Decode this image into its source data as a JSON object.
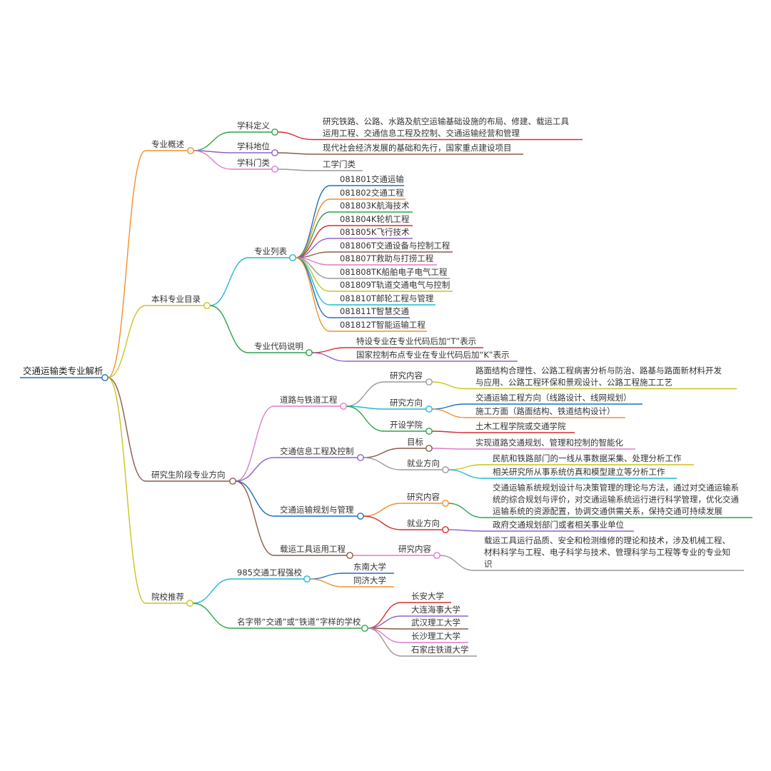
{
  "root": {
    "label": "交通运输类专业解析",
    "children": [
      {
        "label": "专业概述",
        "color": "#f0902a",
        "children": [
          {
            "label": "学科定义",
            "color": "#2da44a",
            "children": [
              {
                "lines": [
                  "研究铁路、公路、水路及航空运输基础设施的布局、修建、载运工具",
                  "运用工程、交通信息工程及控制、交通运输经营和管理"
                ],
                "color": "#d62e2e"
              }
            ]
          },
          {
            "label": "学科地位",
            "color": "#8e63c9",
            "children": [
              {
                "lines": [
                  "现代社会经济发展的基础和先行，国家重点建设项目"
                ],
                "color": "#8b5a4a"
              }
            ]
          },
          {
            "label": "学科门类",
            "color": "#e07ac8",
            "children": [
              {
                "lines": [
                  "工学门类"
                ],
                "color": "#9a9a9a"
              }
            ]
          }
        ]
      },
      {
        "label": "本科专业目录",
        "color": "#c9c41e",
        "children": [
          {
            "label": "专业列表",
            "color": "#1fbad0",
            "children": [
              {
                "lines": [
                  "081801交通运输"
                ],
                "color": "#1f6fbf"
              },
              {
                "lines": [
                  "081802交通工程"
                ],
                "color": "#f0902a"
              },
              {
                "lines": [
                  "081803K航海技术"
                ],
                "color": "#2da44a"
              },
              {
                "lines": [
                  "081804K轮机工程"
                ],
                "color": "#d62e2e"
              },
              {
                "lines": [
                  "081805K飞行技术"
                ],
                "color": "#8e63c9"
              },
              {
                "lines": [
                  "081806T交通设备与控制工程"
                ],
                "color": "#8b5a4a"
              },
              {
                "lines": [
                  "081807T救助与打捞工程"
                ],
                "color": "#e07ac8"
              },
              {
                "lines": [
                  "081808TK船舶电子电气工程"
                ],
                "color": "#9a9a9a"
              },
              {
                "lines": [
                  "081809T轨道交通电气与控制"
                ],
                "color": "#c9c41e"
              },
              {
                "lines": [
                  "081810T邮轮工程与管理"
                ],
                "color": "#1fbad0"
              },
              {
                "lines": [
                  "081811T智慧交通"
                ],
                "color": "#1f6fbf"
              },
              {
                "lines": [
                  "081812T智能运输工程"
                ],
                "color": "#f0902a"
              }
            ]
          },
          {
            "label": "专业代码说明",
            "color": "#2da44a",
            "children": [
              {
                "lines": [
                  "特设专业在专业代码后加“T”表示"
                ],
                "color": "#d62e2e"
              },
              {
                "lines": [
                  "国家控制布点专业在专业代码后加“K”表示"
                ],
                "color": "#8e63c9"
              }
            ]
          }
        ]
      },
      {
        "label": "研究生阶段专业方向",
        "color": "#8b5a4a",
        "children": [
          {
            "label": "道路与铁道工程",
            "color": "#e07ac8",
            "children": [
              {
                "label": "研究内容",
                "color": "#9a9a9a",
                "children": [
                  {
                    "lines": [
                      "路面结构合理性、公路工程病害分析与防治、路基与路面新材料开发",
                      "与应用、公路工程环保和景观设计、公路工程施工工艺"
                    ],
                    "color": "#c9c41e"
                  }
                ]
              },
              {
                "label": "研究方向",
                "color": "#1fbad0",
                "children": [
                  {
                    "lines": [
                      "交通运输工程方向（线路设计、线网规划）"
                    ],
                    "color": "#1f6fbf"
                  },
                  {
                    "lines": [
                      "施工方面（路面结构、铁道结构设计）"
                    ],
                    "color": "#f0902a"
                  }
                ]
              },
              {
                "label": "开设学院",
                "color": "#2da44a",
                "children": [
                  {
                    "lines": [
                      "土木工程学院或交通学院"
                    ],
                    "color": "#d62e2e"
                  }
                ]
              }
            ]
          },
          {
            "label": "交通信息工程及控制",
            "color": "#8e63c9",
            "children": [
              {
                "label": "目标",
                "color": "#8b5a4a",
                "children": [
                  {
                    "lines": [
                      "实现道路交通规划、管理和控制的智能化"
                    ],
                    "color": "#e07ac8"
                  }
                ]
              },
              {
                "label": "就业方向",
                "color": "#9a9a9a",
                "children": [
                  {
                    "lines": [
                      "民航和铁路部门的一线从事数据采集、处理分析工作"
                    ],
                    "color": "#c9c41e"
                  },
                  {
                    "lines": [
                      "相关研究所从事系统仿真和模型建立等分析工作"
                    ],
                    "color": "#1fbad0"
                  }
                ]
              }
            ]
          },
          {
            "label": "交通运输规划与管理",
            "color": "#1f6fbf",
            "children": [
              {
                "label": "研究内容",
                "color": "#f0902a",
                "children": [
                  {
                    "lines": [
                      "交通运输系统规划设计与决策管理的理论与方法，通过对交通运输系",
                      "统的综合规划与评价，对交通运输系统运行进行科学管理，优化交通",
                      "运输系统的资源配置，协调交通供需关系，保持交通可持续发展"
                    ],
                    "color": "#2da44a"
                  }
                ]
              },
              {
                "label": "就业方向",
                "color": "#d62e2e",
                "children": [
                  {
                    "lines": [
                      "政府交通规划部门或者相关事业单位"
                    ],
                    "color": "#8e63c9"
                  }
                ]
              }
            ]
          },
          {
            "label": "载运工具运用工程",
            "color": "#8b5a4a",
            "children": [
              {
                "label": "研究内容",
                "color": "#e07ac8",
                "children": [
                  {
                    "lines": [
                      "载运工具运行品质、安全和检测维修的理论和技术，涉及机械工程、",
                      "材料科学与工程、电子科学与技术、管理科学与工程等专业的专业知",
                      "识"
                    ],
                    "color": "#9a9a9a"
                  }
                ]
              }
            ]
          }
        ]
      },
      {
        "label": "院校推荐",
        "color": "#c9c41e",
        "children": [
          {
            "label": "985交通工程强校",
            "color": "#1fbad0",
            "children": [
              {
                "lines": [
                  "东南大学"
                ],
                "color": "#1f6fbf"
              },
              {
                "lines": [
                  "同济大学"
                ],
                "color": "#f0902a"
              }
            ]
          },
          {
            "label": "名字带“交通”或“铁道”字样的学校",
            "color": "#2da44a",
            "children": [
              {
                "lines": [
                  "长安大学"
                ],
                "color": "#d62e2e"
              },
              {
                "lines": [
                  "大连海事大学"
                ],
                "color": "#8e63c9"
              },
              {
                "lines": [
                  "武汉理工大学"
                ],
                "color": "#8b5a4a"
              },
              {
                "lines": [
                  "长沙理工大学"
                ],
                "color": "#e07ac8"
              },
              {
                "lines": [
                  "石家庄铁道大学"
                ],
                "color": "#9a9a9a"
              }
            ]
          }
        ]
      }
    ]
  }
}
